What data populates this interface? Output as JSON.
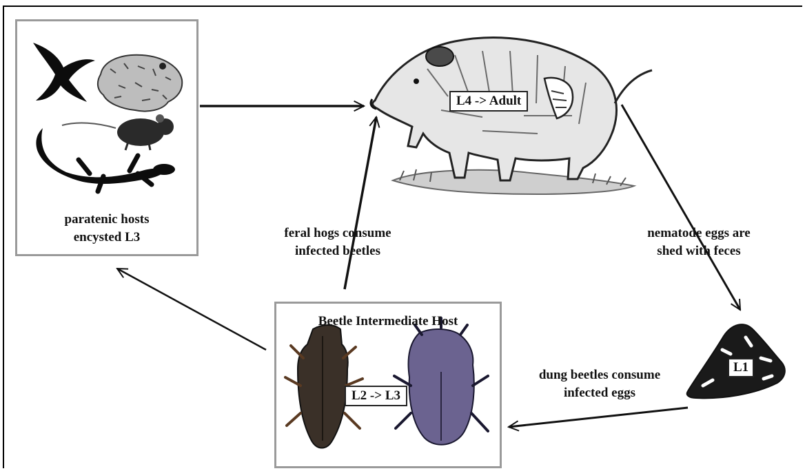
{
  "paratenic_box": {
    "line1": "paratenic hosts",
    "line2": "encysted L3"
  },
  "hog": {
    "stage_tag": "L4 -> Adult"
  },
  "hog_to_feces_edge": {
    "line1": "nematode eggs are",
    "line2": "shed with feces"
  },
  "feces": {
    "stage_tag": "L1"
  },
  "feces_to_beetle_edge": {
    "line1": "dung beetles consume",
    "line2": "infected eggs"
  },
  "beetle_box": {
    "title": "Beetle Intermediate Host",
    "stage_tag": "L2 -> L3"
  },
  "beetle_to_hog_edge": {
    "line1": "feral hogs consume",
    "line2": "infected beetles"
  },
  "colors": {
    "box_border": "#9a9a9a",
    "beetle_dark": "#3a3028",
    "beetle_purple": "#6b6390"
  }
}
